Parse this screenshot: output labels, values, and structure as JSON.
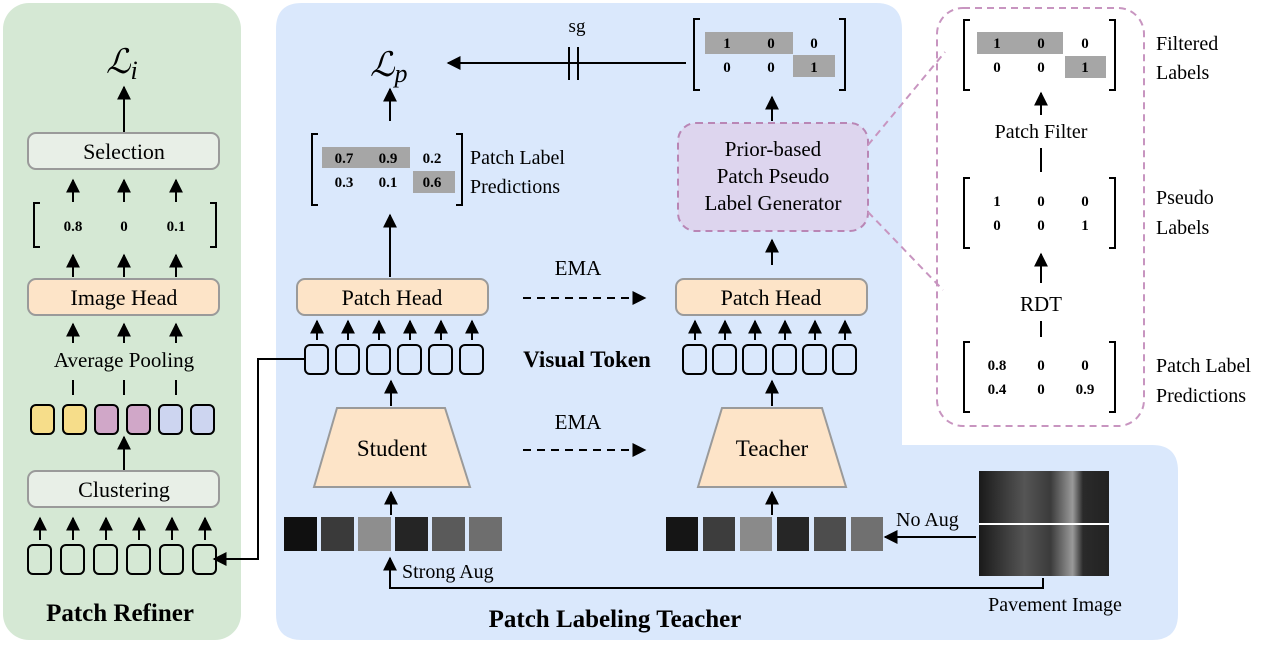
{
  "refiner": {
    "title": "Patch Refiner",
    "loss": "ℒ",
    "loss_sub": "i",
    "selection": "Selection",
    "scores": [
      "0.8",
      "0",
      "0.1"
    ],
    "image_head": "Image Head",
    "avg_pooling": "Average Pooling",
    "clustering": "Clustering",
    "cluster_colors": [
      "#f6dd8a",
      "#f6dd8a",
      "#d0a7c8",
      "#d0a7c8",
      "#cdd5f0",
      "#cdd5f0"
    ]
  },
  "teacher_panel": {
    "title": "Patch Labeling Teacher",
    "loss": "ℒ",
    "loss_sub": "p",
    "sg": "sg",
    "student_preds": [
      [
        "0.7",
        "0.9",
        "0.2"
      ],
      [
        "0.3",
        "0.1",
        "0.6"
      ]
    ],
    "patch_label_predictions": [
      "Patch Label",
      "Predictions"
    ],
    "student_patch_head": "Patch Head",
    "teacher_patch_head": "Patch Head",
    "ema_top": "EMA",
    "ema_bottom": "EMA",
    "visual_token": "Visual Token",
    "student": "Student",
    "teacher": "Teacher",
    "strong_aug": "Strong Aug",
    "no_aug": "No Aug",
    "pavement_image": "Pavement Image",
    "filtered_top": [
      [
        "1",
        "0",
        "0"
      ],
      [
        "0",
        "0",
        "1"
      ]
    ],
    "generator": [
      "Prior-based",
      "Patch Pseudo",
      "Label Generator"
    ]
  },
  "detail": {
    "filtered": [
      [
        "1",
        "0",
        "0"
      ],
      [
        "0",
        "0",
        "1"
      ]
    ],
    "filtered_label": [
      "Filtered",
      "Labels"
    ],
    "patch_filter": "Patch Filter",
    "pseudo": [
      [
        "1",
        "0",
        "0"
      ],
      [
        "0",
        "0",
        "1"
      ]
    ],
    "pseudo_label": [
      "Pseudo",
      "Labels"
    ],
    "rdt": "RDT",
    "preds": [
      [
        "0.8",
        "0",
        "0"
      ],
      [
        "0.4",
        "0",
        "0.9"
      ]
    ],
    "preds_label": [
      "Patch Label",
      "Predictions"
    ]
  },
  "colors": {
    "green_panel": "#d5e8d4",
    "blue_panel": "#dae8fc",
    "head_fill": "#fde4c8",
    "gen_fill": "#ddd5ee",
    "gen_border": "#b986b5",
    "highlight": "#a6a6a6"
  }
}
